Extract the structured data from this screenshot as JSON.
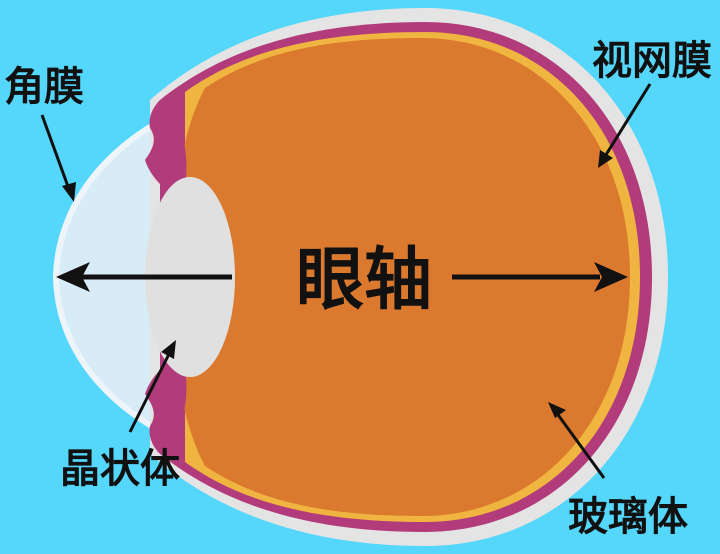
{
  "labels": {
    "cornea": "角膜",
    "retina": "视网膜",
    "eye_axis": "眼轴",
    "lens": "晶状体",
    "vitreous": "玻璃体"
  },
  "colors": {
    "background": "#55d6fb",
    "sclera": "#e4e4e4",
    "choroid": "#b23c7b",
    "retina": "#efb540",
    "vitreous": "#db7a2e",
    "cornea": "#d8ecf8",
    "lens": "#e0e0e0",
    "text": "#111111"
  }
}
